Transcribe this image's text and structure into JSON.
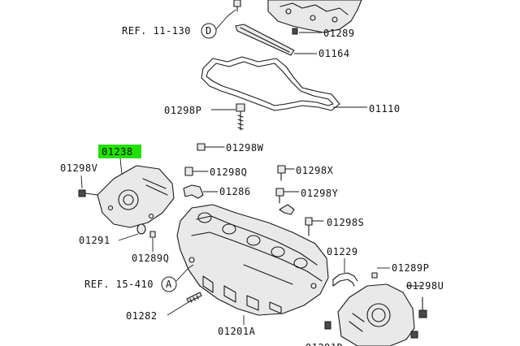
{
  "colors": {
    "highlight": "#22e000",
    "line": "#1a1a1a",
    "background": "#ffffff"
  },
  "references": [
    {
      "text": "REF. 11-130",
      "marker": "D"
    },
    {
      "text": "REF. 15-410",
      "marker": "A"
    }
  ],
  "callouts": {
    "p01289": "01289",
    "p01164": "01164",
    "p01110": "01110",
    "p01298P": "01298P",
    "p01298W": "01298W",
    "p01238": "01238",
    "p01298V": "01298V",
    "p01298Q": "01298Q",
    "p01298X": "01298X",
    "p01286": "01286",
    "p01298Y": "01298Y",
    "p01298S": "01298S",
    "p01291": "01291",
    "p01289Q": "01289Q",
    "p01229": "01229",
    "p01289P": "01289P",
    "p01298U": "01298U",
    "p01282": "01282",
    "p01201A": "01201A"
  },
  "highlighted_part": "01238"
}
